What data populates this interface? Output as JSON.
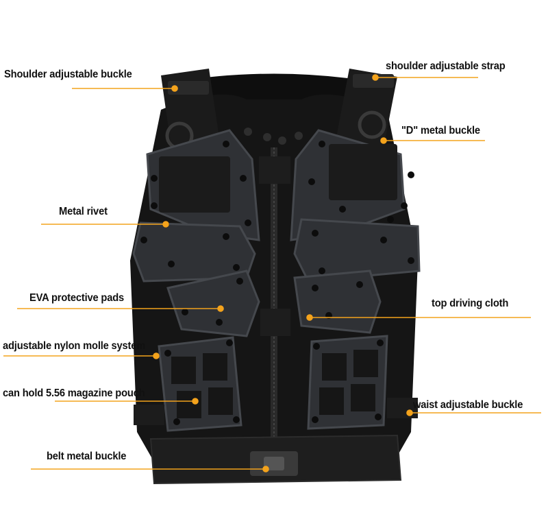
{
  "colors": {
    "background": "#ffffff",
    "vest_body": "#151515",
    "pad_fill": "#2f3135",
    "pad_edge": "#45484d",
    "leader_line": "#f4a31c",
    "label_text": "#111111"
  },
  "subject": {
    "icon": "tactical-vest-image"
  },
  "labels": {
    "shoulder_buckle": "Shoulder adjustable buckle",
    "shoulder_strap": "shoulder  adjustable strap",
    "d_buckle": "\"D\" metal buckle",
    "metal_rivet": "Metal rivet",
    "eva_pads": "EVA protective pads",
    "top_cloth": "top driving cloth",
    "molle": "adjustable nylon molle system",
    "magazine": "can hold 5.56 magazine pouch",
    "waist_buckle": "waist adjustable buckle",
    "belt_buckle": "belt metal buckle"
  }
}
